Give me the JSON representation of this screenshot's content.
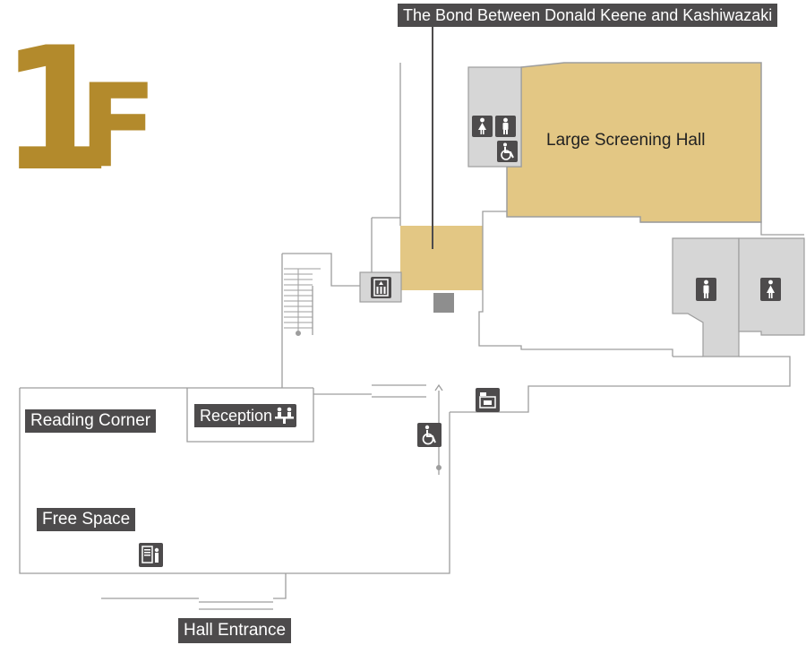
{
  "floor": {
    "number": "1",
    "unit": "F"
  },
  "exhibit": {
    "label": "The Bond Between Donald Keene and Kashiwazaki"
  },
  "rooms": {
    "large_screening_hall": "Large Screening Hall",
    "reading_corner": "Reading Corner",
    "reception": "Reception",
    "free_space": "Free Space",
    "hall_entrance": "Hall Entrance"
  },
  "icons": [
    "female-restroom-icon",
    "male-restroom-icon",
    "accessible-restroom-icon",
    "elevator-icon",
    "male-restroom-icon",
    "female-restroom-icon",
    "coin-locker-icon",
    "accessible-icon",
    "reception-desk-icon",
    "information-terminal-icon"
  ],
  "colors": {
    "gold_text": "#b38a2c",
    "hall_fill": "#e3c784",
    "restroom_fill": "#d6d6d6",
    "wall": "#9d9d9d",
    "label_bg": "#4d4b4c"
  }
}
